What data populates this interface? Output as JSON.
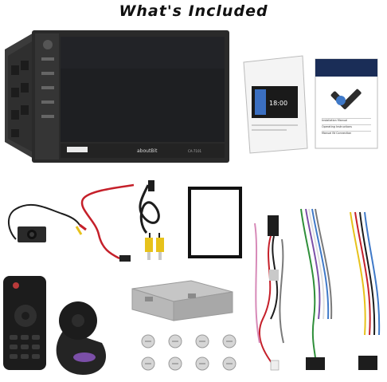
{
  "heading": "What's Included",
  "head_unit": {
    "brand": "aboutBit",
    "model": "CA-7101"
  },
  "manual": {
    "toc": [
      "Installation Manual",
      "Operating Instructions",
      "Manual Bt Connection"
    ]
  },
  "colors": {
    "head_unit_body": "#2a2a2a",
    "screen": "#1e1f22",
    "manual_cover": "#1a2d57",
    "wire_red": "#c5202a",
    "rca_yellow": "#e7c21b"
  }
}
